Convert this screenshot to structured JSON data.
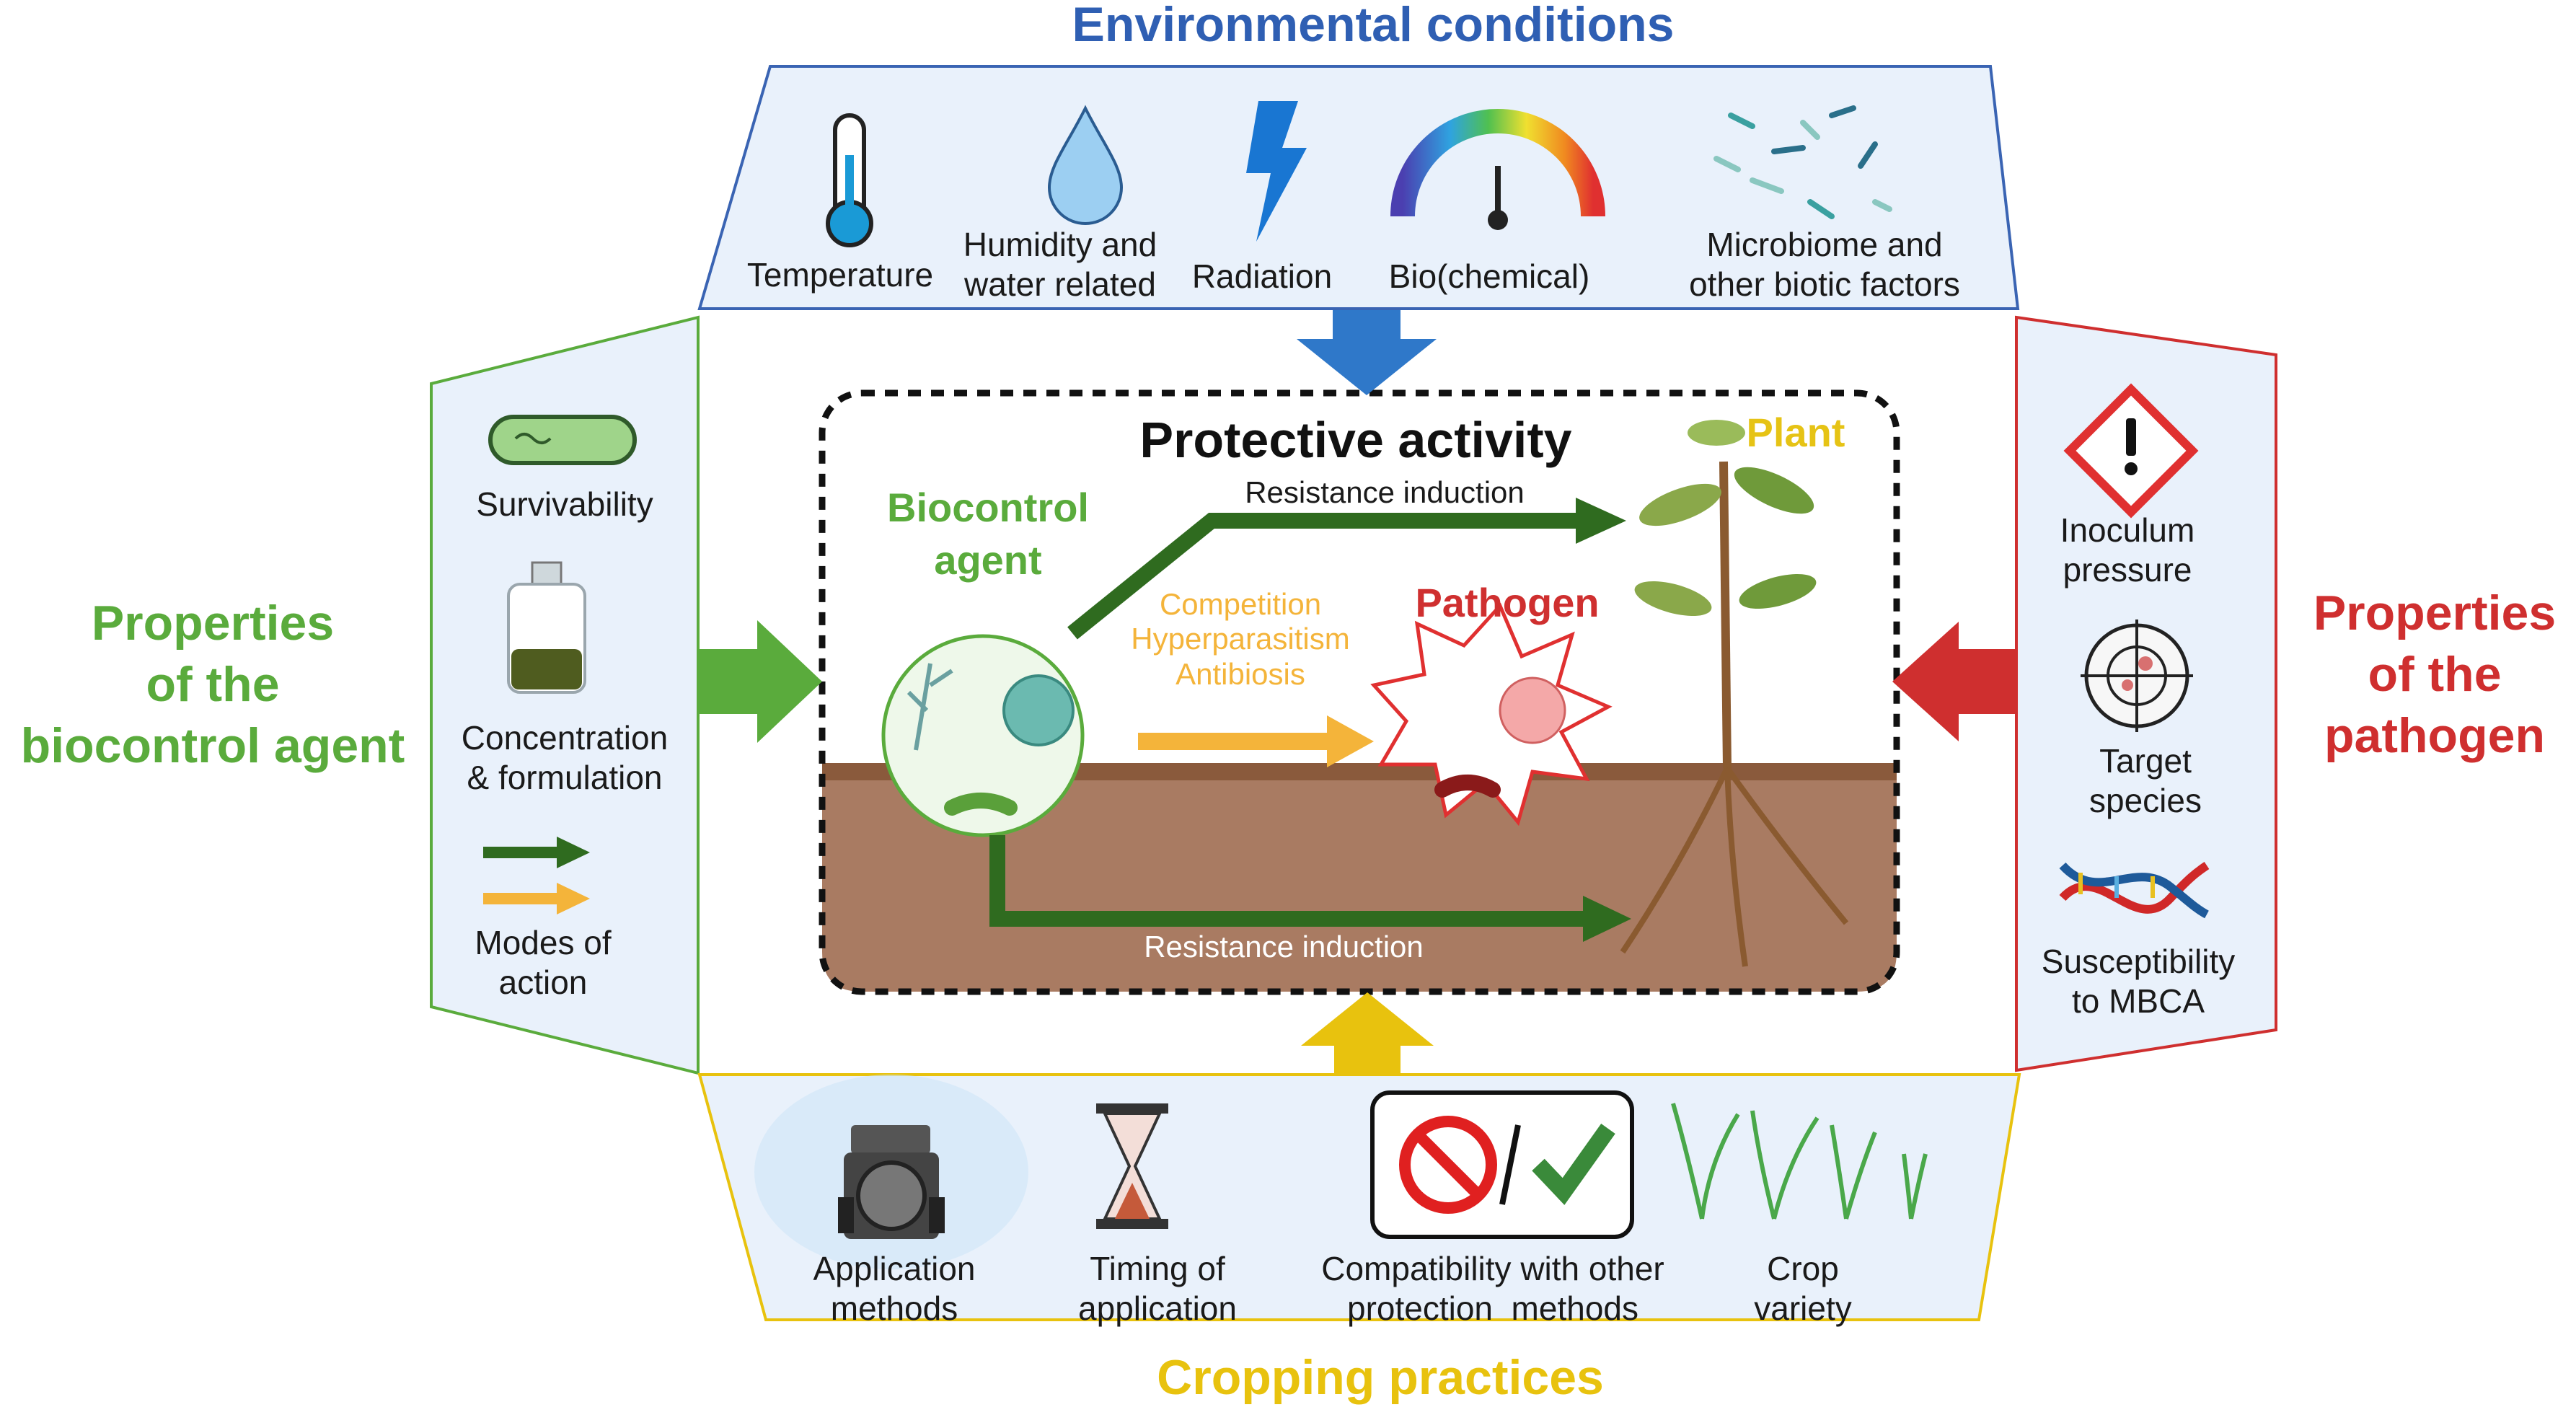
{
  "environment": {
    "title": "Environmental conditions",
    "items": [
      "Temperature",
      "Humidity and\nwater related",
      "Radiation",
      "Bio(chemical)",
      "Microbiome and\nother biotic factors"
    ]
  },
  "biocontrol": {
    "title": "Properties\nof the\nbiocontrol agent",
    "items": [
      "Survivability",
      "Concentration\n& formulation",
      "Modes of\naction"
    ]
  },
  "pathogen_props": {
    "title": "Properties\nof the\npathogen",
    "items": [
      "Inoculum\npressure",
      "Target\nspecies",
      "Susceptibility\nto MBCA"
    ]
  },
  "cropping": {
    "title": "Cropping practices",
    "items": [
      "Application\nmethods",
      "Timing of\napplication",
      "Compatibility with other\nprotection  methods",
      "Crop\nvariety"
    ]
  },
  "center": {
    "title": "Protective activity",
    "plant": "Plant",
    "agent": "Biocontrol\nagent",
    "pathogen": "Pathogen",
    "modes": "Competition\nHyperparasitism\nAntibiosis",
    "resistance_top": "Resistance induction",
    "resistance_bottom": "Resistance induction"
  },
  "colors": {
    "blue": "#2f5fb3",
    "green": "#5aab3c",
    "red": "#cf2f2f",
    "yellow": "#e8c20e",
    "dark_green": "#2f6b1f",
    "orange": "#f4b43a",
    "soil": "#a97b62",
    "panel": "#e9f1fb"
  },
  "icons": [
    "thermometer-icon",
    "water-drop-icon",
    "lightning-icon",
    "gauge-icon",
    "microbiome-icon",
    "bacterium-icon",
    "bottle-icon",
    "arrows-icon",
    "hazard-icon",
    "target-icon",
    "dna-icon",
    "tractor-icon",
    "hourglass-icon",
    "compatibility-icon",
    "crop-icon"
  ]
}
